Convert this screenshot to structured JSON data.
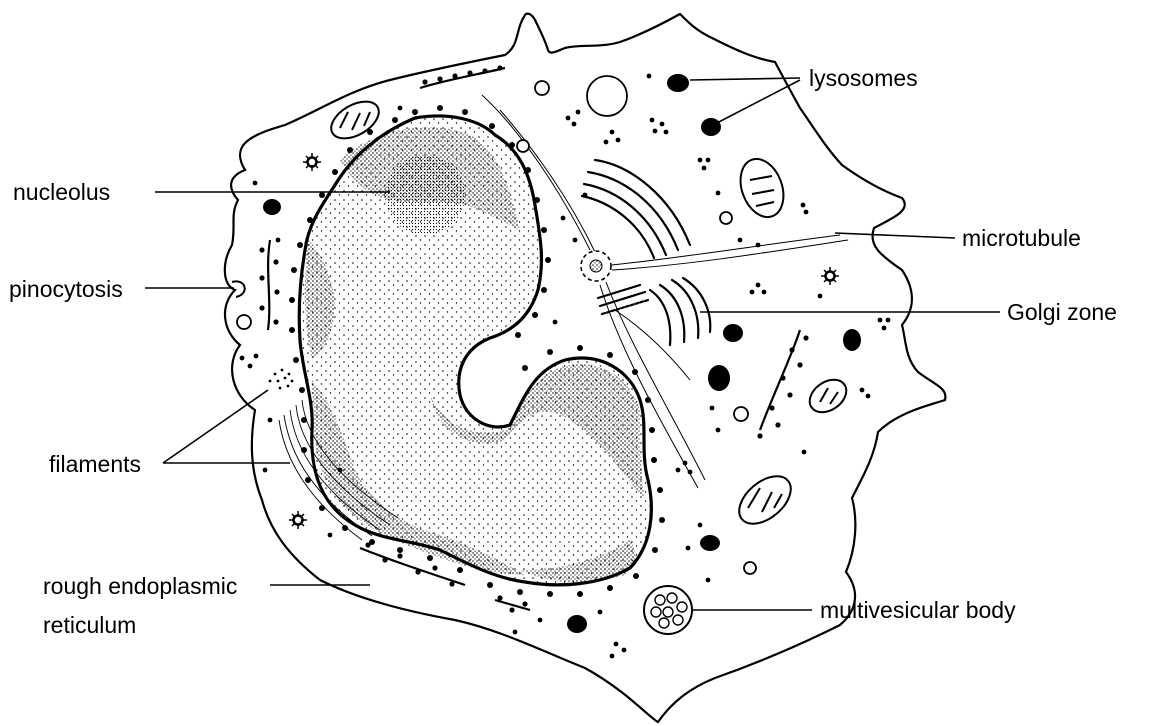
{
  "labels": {
    "lysosomes": "lysosomes",
    "nucleolus": "nucleolus",
    "microtubule": "microtubule",
    "pinocytosis": "pinocytosis",
    "golgi_zone": "Golgi zone",
    "filaments": "filaments",
    "rough_er_line1": "rough endoplasmic",
    "rough_er_line2": "reticulum",
    "multivesicular_body": "multivesicular body"
  },
  "colors": {
    "ink": "#000000",
    "paper": "#ffffff"
  }
}
